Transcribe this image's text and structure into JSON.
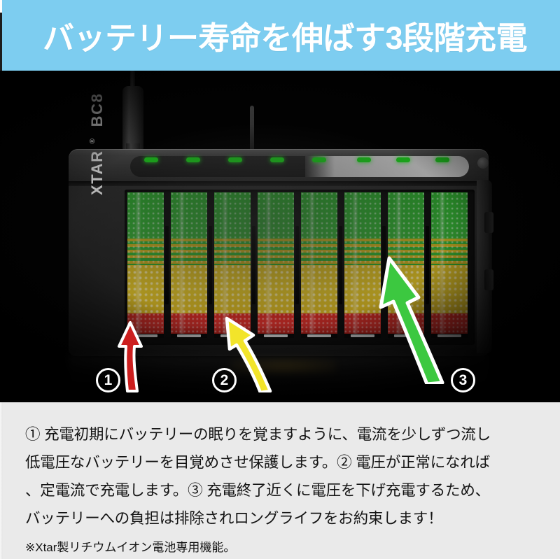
{
  "header": {
    "title": "バッテリー寿命を伸ばす3段階充電",
    "background_color": "#7dcdf0",
    "text_color": "#ffffff"
  },
  "photo": {
    "background_color": "#000000",
    "product": {
      "brand": "XTAR",
      "registered_mark": "®",
      "model": "BC8",
      "slot_count": 8,
      "led_count": 8,
      "led_color": "#1fd41f"
    },
    "annotations": [
      {
        "id": "1",
        "badge": "①",
        "arrow_color": "#cc1f1f",
        "stage": "pre-charge"
      },
      {
        "id": "2",
        "badge": "②",
        "arrow_color": "#f2e42a",
        "stage": "constant-current"
      },
      {
        "id": "3",
        "badge": "③",
        "arrow_color": "#3cc840",
        "stage": "constant-voltage"
      }
    ]
  },
  "body": {
    "lines": [
      "① 充電初期にバッテリーの眠りを覚ますように、電流を少しずつ流し",
      "低電圧なバッテリーを目覚めさせ保護します。② 電圧が正常になれば",
      "、定電流で充電します。③ 充電終了近くに電圧を下げ充電するため、",
      "バッテリーへの負担は排除されロングライフをお約束します！"
    ],
    "note": "※Xtar製リチウムイオン電池専用機能。",
    "background_color": "#eaeaea",
    "text_color": "#141414"
  }
}
